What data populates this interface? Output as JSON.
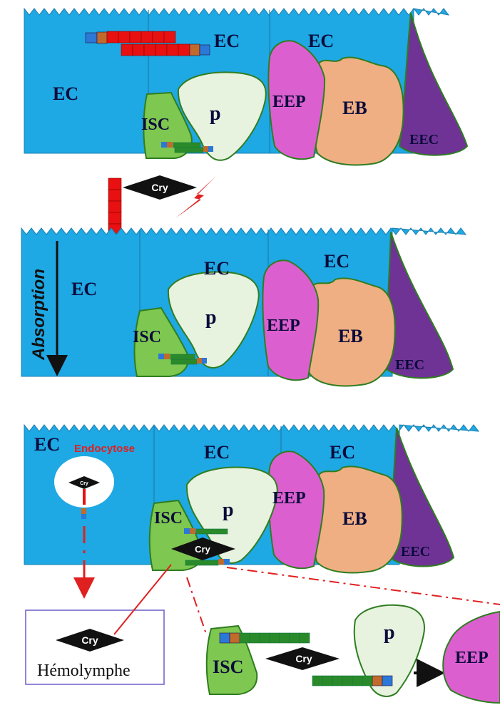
{
  "labels": {
    "ec": "EC",
    "p": "p",
    "isc": "ISC",
    "eep": "EEP",
    "eb": "EB",
    "eec": "EEC",
    "cry": "Cry",
    "absorption": "Absorption",
    "endocytose": "Endocytose",
    "hemolymphe": "Hémolymphe"
  },
  "colors": {
    "ec_blue": "#1ea8e4",
    "isc_green": "#7ec750",
    "outline_green": "#2f7d20",
    "p_pale": "#e7f2df",
    "eep_pink": "#dc5fd0",
    "eb_peach": "#efaf82",
    "eec_purple": "#6f3396",
    "peptide_red": "#e81010",
    "receptor_green": "#2a8a2a",
    "toxin_black": "#111111",
    "arrow_red": "#e02020",
    "hemolymph_border": "#6b5fc6"
  }
}
